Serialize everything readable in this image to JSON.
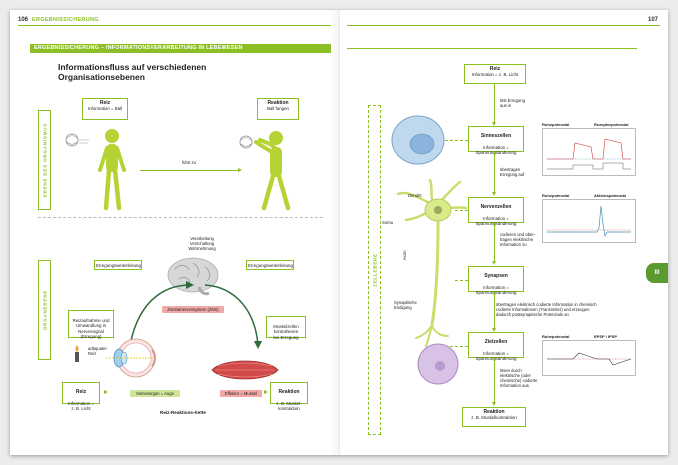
{
  "header": {
    "left_page_number": "106",
    "left_running_head": "ERGEBNISSICHERUNG",
    "right_page_number": "107"
  },
  "section_bar": "ERGEBNISSICHERUNG – INFORMATIONSVERARBEITUNG IN LEBEWESEN",
  "left": {
    "title_line1": "Informationsfluss auf verschiedenen",
    "title_line2": "Organisationsebenen",
    "side_organism": "EBENE DES ORGANISMUS",
    "side_organ": "ORGANEBENE",
    "reiz_box": {
      "title": "Reiz",
      "text": "Information = Ball"
    },
    "reaktion_box": {
      "title": "Reaktion",
      "text": "Ball fangen"
    },
    "fuehrt_zu": "führt zu",
    "brain_labels": "Verarbeitung\nVerschaltung\nWahrnehmung",
    "erregungsweiterleitung_left": "Erregungsweiterleitung",
    "erregungsweiterleitung_right": "Erregungsweiterleitung",
    "zns": "Zentralnervensystem (ZNS)",
    "reizaufnahme": "Reizaufnahme und\nUmwandlung in\nNervensignal\n(Erregung)",
    "muskelzellen": "Muskelzellen\nkontrahieren\nbei Erregung",
    "adaequater_reiz": "adäquater\nReiz",
    "reiz2": {
      "title": "Reiz",
      "text": "Information =\nz. B. Licht"
    },
    "sinnesorgan": "Sinnesorgan = Auge",
    "effektor": "Effektor = Muskel",
    "reaktion2": {
      "title": "Reaktion",
      "text": "z. B. Muskel-\nkontraktion"
    },
    "kette": "Reiz-Reaktions-Kette"
  },
  "right": {
    "side_cell": "ZELLEBENE",
    "tab": "III",
    "reiz": {
      "title": "Reiz",
      "text": "Information = z. B. Licht"
    },
    "loest_aus": "löst Erregung\naus in",
    "sinneszellen": {
      "title": "Sinneszellen",
      "text": "Information =\nSpannungsänderung"
    },
    "uebertragen": "übertragen\nErregung auf",
    "nervenzellen": {
      "title": "Nervenzellen",
      "text": "Information =\nSpannungsänderung"
    },
    "codieren": "codieren und über-\ntragen elektrische\nInformation zu",
    "synapsen": {
      "title": "Synapsen",
      "text": "Information =\nSpannungsänderung"
    },
    "uebertragen_chem": "übertragen elektrisch codierte Information in chemisch\ncodierte Informationen (Transmitter) und erzeugen\ndadurch postsynaptische Potenziale an",
    "zielzellen": {
      "title": "Zielzellen",
      "text": "Information =\nSpannungsänderung"
    },
    "loesen_durch": "lösen durch\nelektrische (oder\nchemische) codierte\nInformation aus",
    "reaktion": {
      "title": "Reaktion",
      "text": "z. B. Muskelkontraktion"
    },
    "dendrit": "Dendrit",
    "soma": "Soma",
    "axon": "Axon",
    "synaptische_endigung": "Synaptische\nEndigung",
    "graph1_left": "Ruhepotenzial",
    "graph1_right": "Rezeptorpotenzial",
    "graph2_left": "Ruhepotenzial",
    "graph2_right": "Aktionspotenzial",
    "graph3_left": "Ruhepotenzial",
    "graph3_right": "EPSP / IPSP"
  }
}
